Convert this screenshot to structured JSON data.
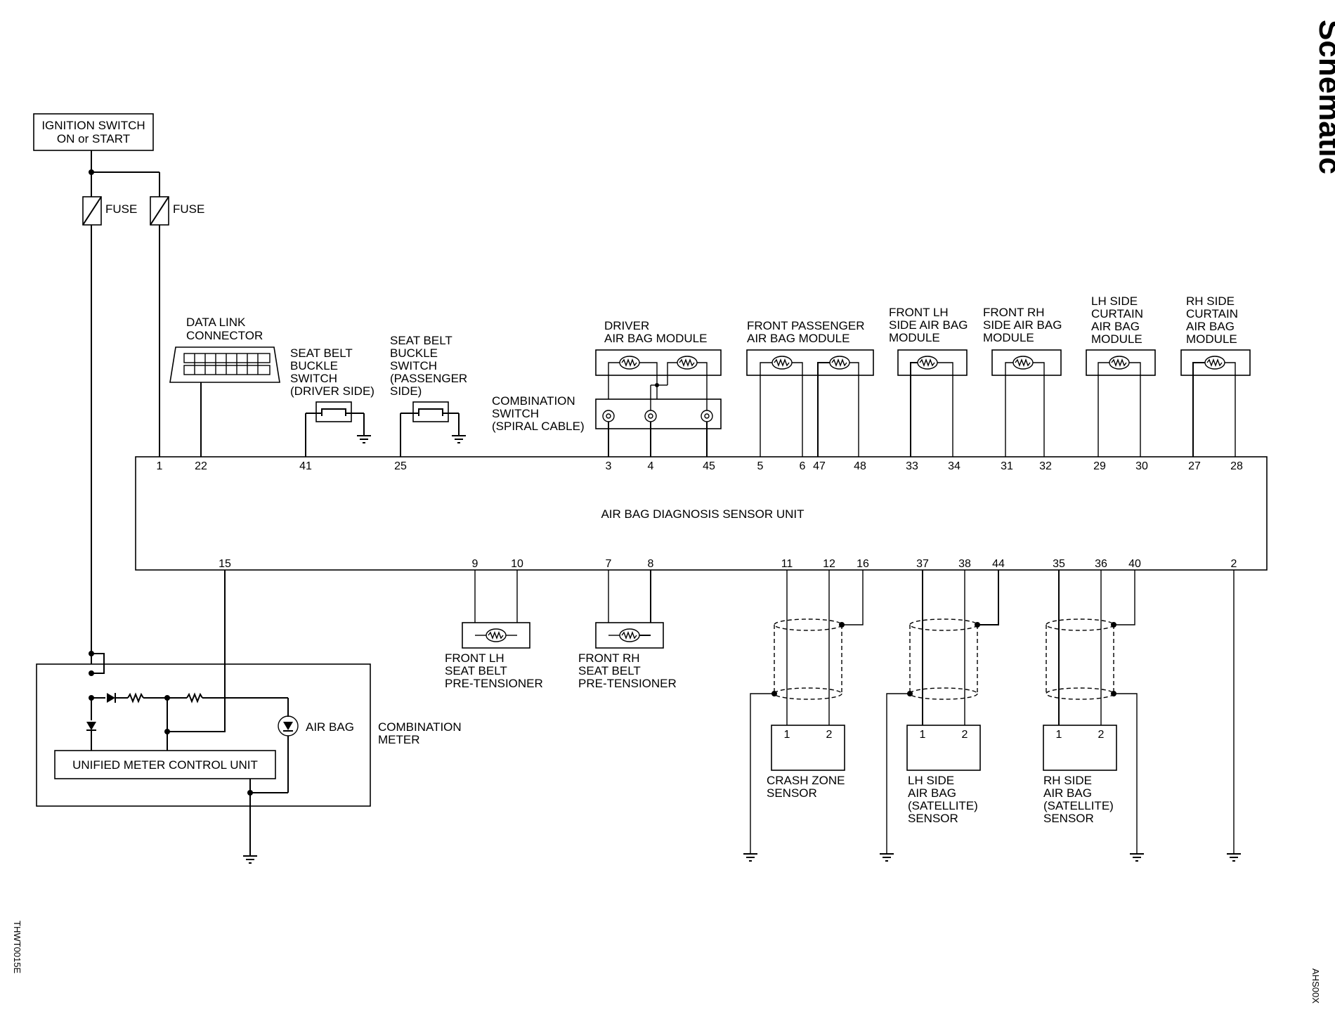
{
  "page_title": "Schematic",
  "diagram_code": "THWT0015E",
  "page_ref": "AHS00X",
  "ignition": {
    "line1": "IGNITION SWITCH",
    "line2": "ON or START"
  },
  "fuse_label": "FUSE",
  "unit_name": "AIR BAG DIAGNOSIS SENSOR UNIT",
  "data_link": {
    "line1": "DATA LINK",
    "line2": "CONNECTOR"
  },
  "sb_driver": [
    "SEAT BELT",
    "BUCKLE",
    "SWITCH",
    "(DRIVER SIDE)"
  ],
  "sb_pass": [
    "SEAT BELT",
    "BUCKLE",
    "SWITCH",
    "(PASSENGER",
    " SIDE)"
  ],
  "combo_switch": [
    "COMBINATION",
    "SWITCH",
    "(SPIRAL CABLE)"
  ],
  "driver_ab": [
    "DRIVER",
    "AIR BAG MODULE"
  ],
  "front_pass_ab": [
    "FRONT PASSENGER",
    "AIR BAG MODULE"
  ],
  "front_lh_side": [
    "FRONT LH",
    "SIDE AIR BAG",
    "MODULE"
  ],
  "front_rh_side": [
    "FRONT RH",
    "SIDE AIR BAG",
    "MODULE"
  ],
  "lh_curtain": [
    "LH SIDE",
    "CURTAIN",
    "AIR BAG",
    "MODULE"
  ],
  "rh_curtain": [
    "RH SIDE",
    "CURTAIN",
    "AIR BAG",
    "MODULE"
  ],
  "top_pins": [
    "1",
    "22",
    "41",
    "25",
    "3",
    "4",
    "45",
    "5",
    "6",
    "47",
    "48",
    "33",
    "34",
    "31",
    "32",
    "29",
    "30",
    "27",
    "28"
  ],
  "bottom_pins": [
    "15",
    "9",
    "10",
    "7",
    "8",
    "11",
    "12",
    "16",
    "37",
    "38",
    "44",
    "35",
    "36",
    "40",
    "2"
  ],
  "lh_pretensioner": [
    "FRONT LH",
    "SEAT BELT",
    "PRE-TENSIONER"
  ],
  "rh_pretensioner": [
    "FRONT RH",
    "SEAT BELT",
    "PRE-TENSIONER"
  ],
  "crash_zone": [
    "CRASH ZONE",
    "SENSOR"
  ],
  "lh_satellite": [
    "LH SIDE",
    "AIR BAG",
    "(SATELLITE)",
    "SENSOR"
  ],
  "rh_satellite": [
    "RH SIDE",
    "AIR BAG",
    "(SATELLITE)",
    "SENSOR"
  ],
  "sensor_pins": [
    "1",
    "2"
  ],
  "airbag_lamp": "AIR BAG",
  "combination_meter": [
    "COMBINATION",
    "METER"
  ],
  "unified_meter": "UNIFIED METER CONTROL UNIT"
}
